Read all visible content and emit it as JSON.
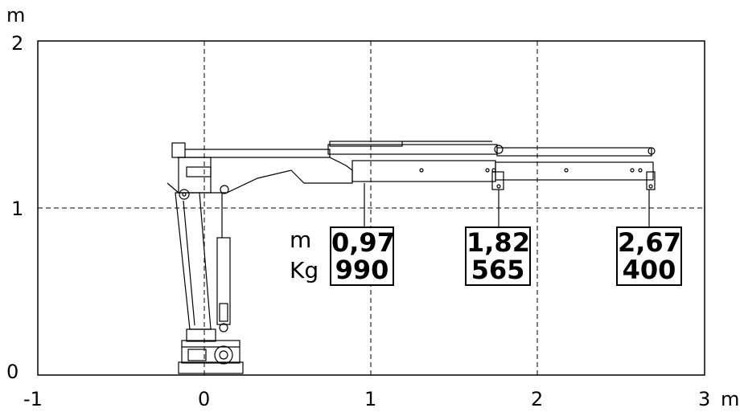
{
  "axes": {
    "y_unit": "m",
    "x_unit": "m",
    "y_ticks": [
      "2",
      "1",
      "0"
    ],
    "x_ticks": [
      "-1",
      "0",
      "1",
      "2",
      "3"
    ]
  },
  "row_labels": {
    "distance": "m",
    "load": "Kg"
  },
  "load_boxes": [
    {
      "distance": "0,97",
      "load": "990"
    },
    {
      "distance": "1,82",
      "load": "565"
    },
    {
      "distance": "2,67",
      "load": "400"
    }
  ],
  "colors": {
    "line": "#000000",
    "background": "#ffffff"
  }
}
